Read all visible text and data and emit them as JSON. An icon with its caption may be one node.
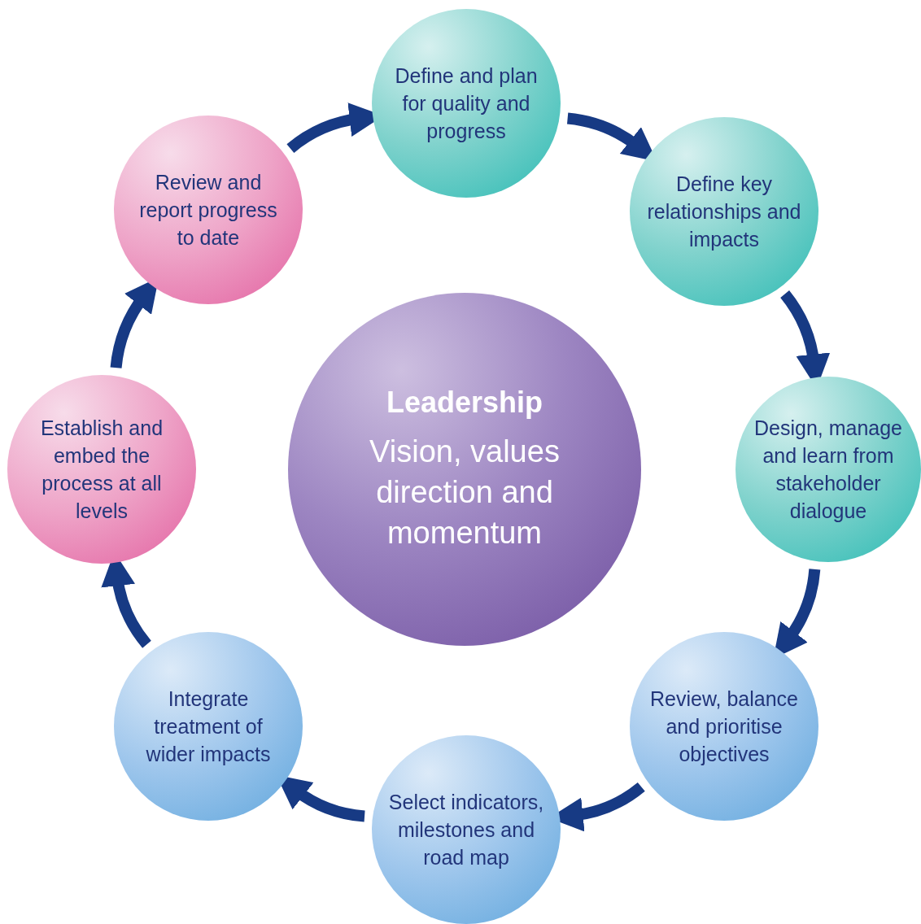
{
  "diagram": {
    "nodes": [
      {
        "text": [
          "Leadership",
          "Vision, values direction and momentum"
        ]
      },
      {
        "text": [
          "Define and plan for quality and progress"
        ]
      },
      {
        "text": [
          "Define key relationships and impacts"
        ]
      },
      {
        "text": [
          "Design, manage and learn from stakeholder dialogue"
        ]
      },
      {
        "text": [
          "Review, balance and prioritise objectives"
        ]
      },
      {
        "text": [
          "Select indicators, milestones and road map"
        ]
      },
      {
        "text": [
          "Integrate treatment of wider impacts"
        ]
      },
      {
        "text": [
          "Establish and embed the process at all levels"
        ]
      },
      {
        "text": [
          "Review and report progress to date"
        ]
      }
    ],
    "edges": [
      {
        "from": 1,
        "to": 2,
        "arrow": "to"
      },
      {
        "from": 2,
        "to": 3,
        "arrow": "to"
      },
      {
        "from": 3,
        "to": 4,
        "arrow": "to"
      },
      {
        "from": 4,
        "to": 5,
        "arrow": "to"
      },
      {
        "from": 5,
        "to": 6,
        "arrow": "to"
      },
      {
        "from": 6,
        "to": 7,
        "arrow": "to"
      },
      {
        "from": 7,
        "to": 8,
        "arrow": "to"
      },
      {
        "from": 8,
        "to": 1,
        "arrow": "to"
      }
    ]
  }
}
